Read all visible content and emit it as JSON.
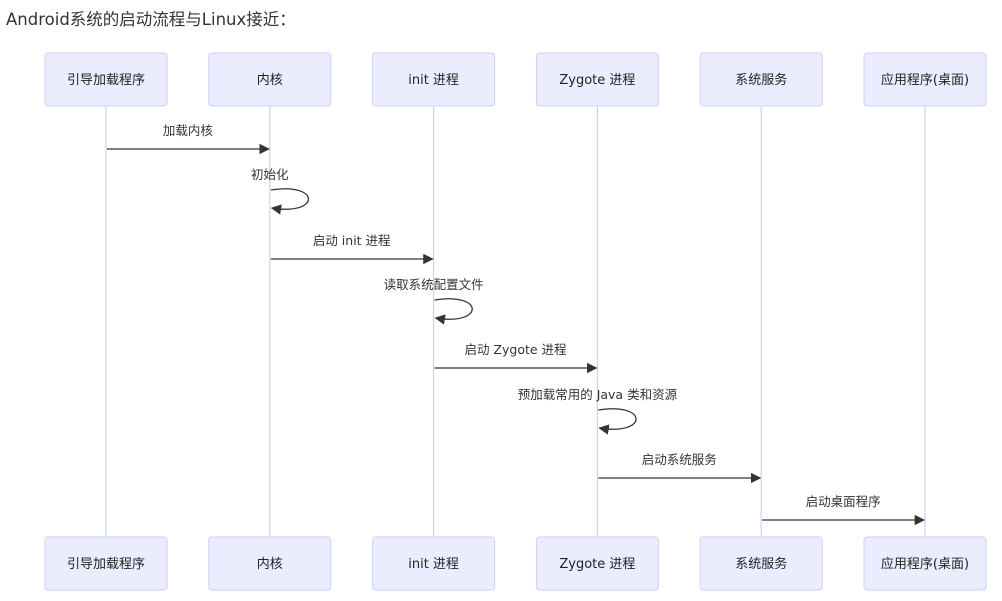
{
  "page": {
    "heading": "Android系统的启动流程与Linux接近："
  },
  "diagram": {
    "type": "sequence",
    "participants": [
      "引导加载程序",
      "内核",
      "init 进程",
      "Zygote 进程",
      "系统服务",
      "应用程序(桌面)"
    ],
    "messages": [
      {
        "from": 0,
        "to": 1,
        "label": "加载内核"
      },
      {
        "from": 1,
        "to": 1,
        "label": "初始化"
      },
      {
        "from": 1,
        "to": 2,
        "label": "启动 init 进程"
      },
      {
        "from": 2,
        "to": 2,
        "label": "读取系统配置文件"
      },
      {
        "from": 2,
        "to": 3,
        "label": "启动 Zygote 进程"
      },
      {
        "from": 3,
        "to": 3,
        "label": "预加载常用的 Java 类和资源"
      },
      {
        "from": 3,
        "to": 4,
        "label": "启动系统服务"
      },
      {
        "from": 4,
        "to": 5,
        "label": "启动桌面程序"
      }
    ],
    "colors": {
      "actor_fill": "#ECECFF",
      "actor_stroke": "#CFCFF5",
      "lifeline": "#CFCFF5",
      "message": "#333333"
    }
  }
}
